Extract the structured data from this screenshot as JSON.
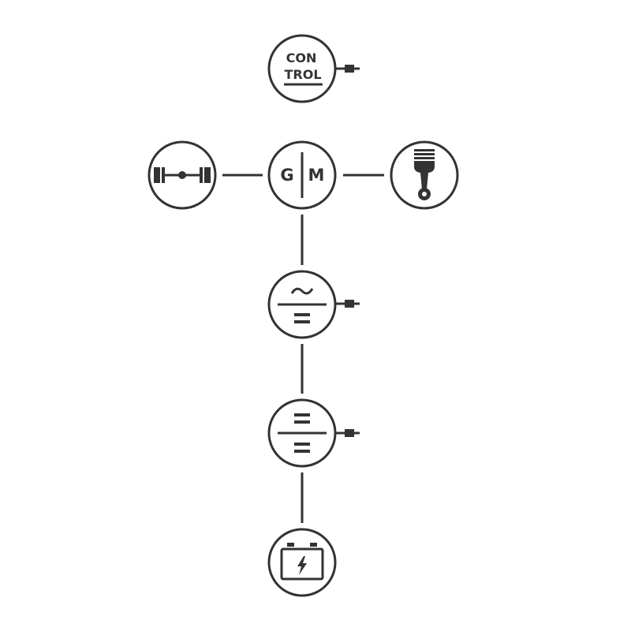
{
  "colors": {
    "ink": "#333333",
    "background": "#ffffff"
  },
  "control": {
    "line1": "CON",
    "line2": "TROL",
    "icon": "control-icon"
  },
  "motor_generator": {
    "left": "G",
    "right": "M",
    "icon": "generator-motor-icon"
  },
  "nodes": [
    {
      "id": "control",
      "icon": "control-icon"
    },
    {
      "id": "axle",
      "icon": "drive-axle-icon"
    },
    {
      "id": "motor-generator",
      "icon": "generator-motor-icon"
    },
    {
      "id": "engine",
      "icon": "piston-icon"
    },
    {
      "id": "inverter",
      "icon": "ac-dc-inverter-icon"
    },
    {
      "id": "dc-dc-converter",
      "icon": "dc-dc-converter-icon"
    },
    {
      "id": "battery",
      "icon": "battery-icon"
    }
  ]
}
